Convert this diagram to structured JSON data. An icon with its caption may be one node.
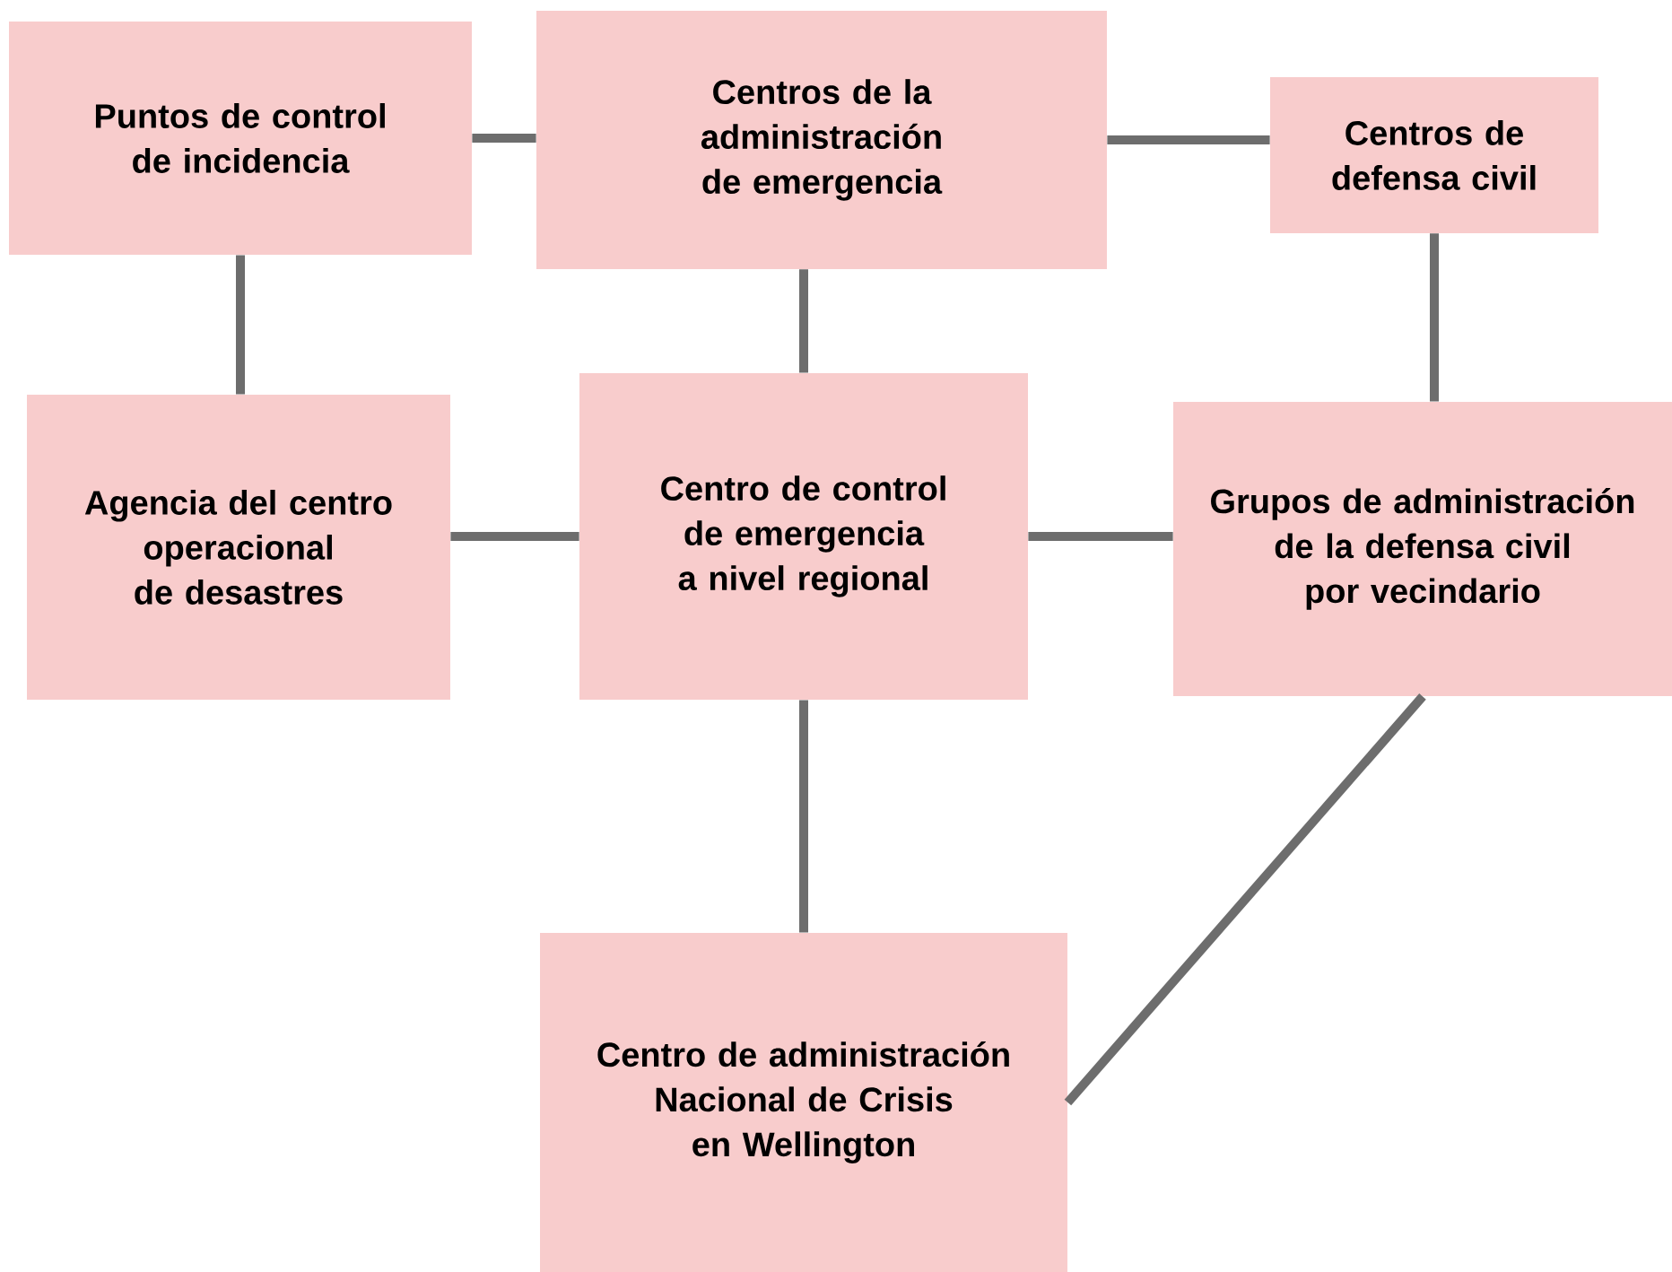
{
  "diagram": {
    "nodes": [
      {
        "text": [
          "Puntos de control de incidencia"
        ]
      },
      {
        "text": [
          "Centros de la administración de emergencia"
        ]
      },
      {
        "text": [
          "Centros de defensa civil"
        ]
      },
      {
        "text": [
          "Agencia del centro operacional de desastres"
        ]
      },
      {
        "text": [
          "Centro de control de emergencia a nivel regional"
        ]
      },
      {
        "text": [
          "Grupos de administración de la defensa civil por vecindario"
        ]
      },
      {
        "text": [
          "Centro de administración Nacional de Crisis en Wellington"
        ]
      }
    ],
    "edges": [
      {
        "from": 0,
        "to": 1,
        "arrow": "none"
      },
      {
        "from": 1,
        "to": 2,
        "arrow": "none"
      },
      {
        "from": 0,
        "to": 3,
        "arrow": "none"
      },
      {
        "from": 1,
        "to": 4,
        "arrow": "none"
      },
      {
        "from": 2,
        "to": 5,
        "arrow": "none"
      },
      {
        "from": 3,
        "to": 4,
        "arrow": "none"
      },
      {
        "from": 4,
        "to": 5,
        "arrow": "none"
      },
      {
        "from": 4,
        "to": 6,
        "arrow": "none"
      },
      {
        "from": 5,
        "to": 6,
        "arrow": "none"
      }
    ]
  }
}
